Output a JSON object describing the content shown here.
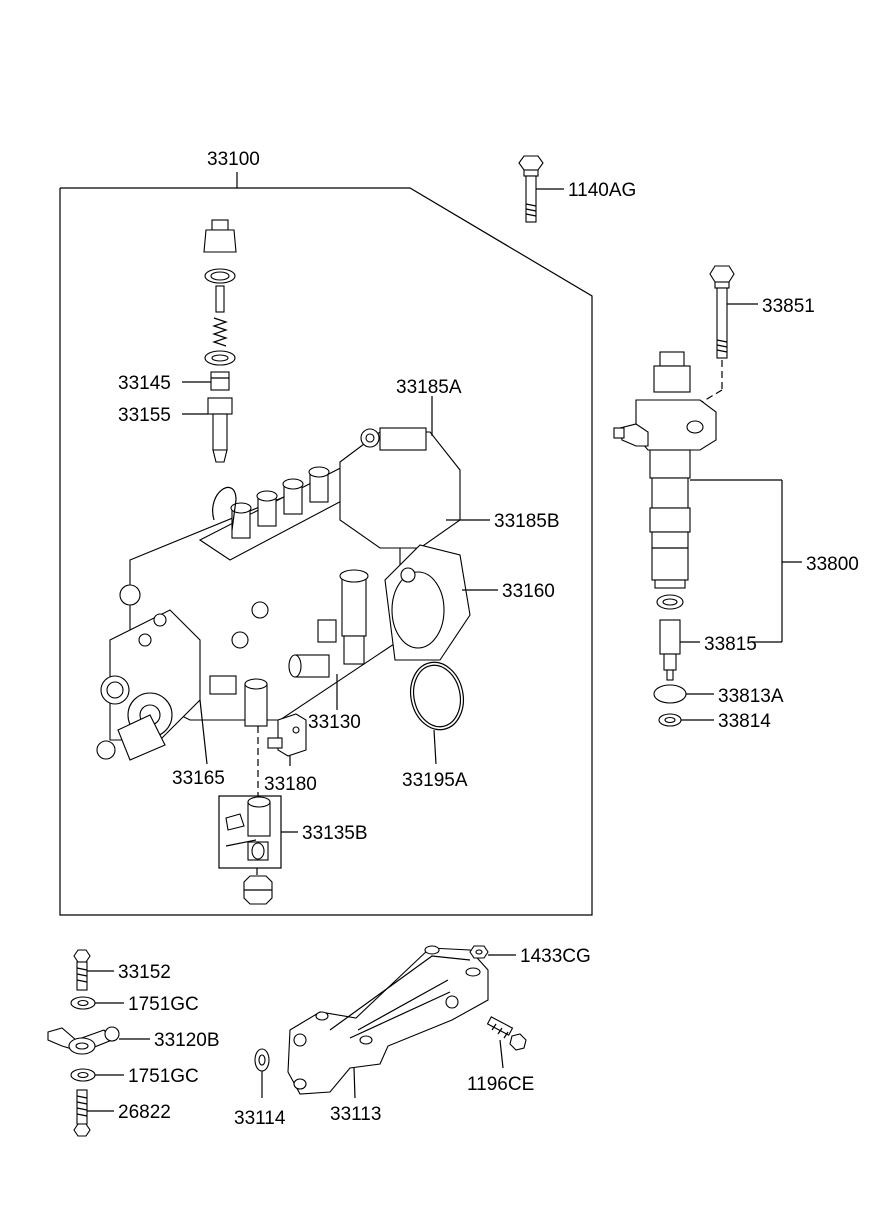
{
  "diagram": {
    "part_numbers": {
      "pump_assembly": "33100",
      "bolt_top": "1140AG",
      "injector_bolt": "33851",
      "part_33145": "33145",
      "part_33155": "33155",
      "part_33185a": "33185A",
      "part_33185b": "33185B",
      "part_33160": "33160",
      "injector_assembly": "33800",
      "nozzle": "33815",
      "ring_33813a": "33813A",
      "washer_33814": "33814",
      "part_33130": "33130",
      "part_33165": "33165",
      "part_33180": "33180",
      "oring_33195a": "33195A",
      "part_33135b": "33135B",
      "bolt_33152": "33152",
      "washer_1751gc_a": "1751GC",
      "part_33120b": "33120B",
      "washer_1751gc_b": "1751GC",
      "bolt_26822": "26822",
      "washer_33114": "33114",
      "bracket_33113": "33113",
      "nut_1433cg": "1433CG",
      "bolt_1196ce": "1196CE"
    }
  }
}
